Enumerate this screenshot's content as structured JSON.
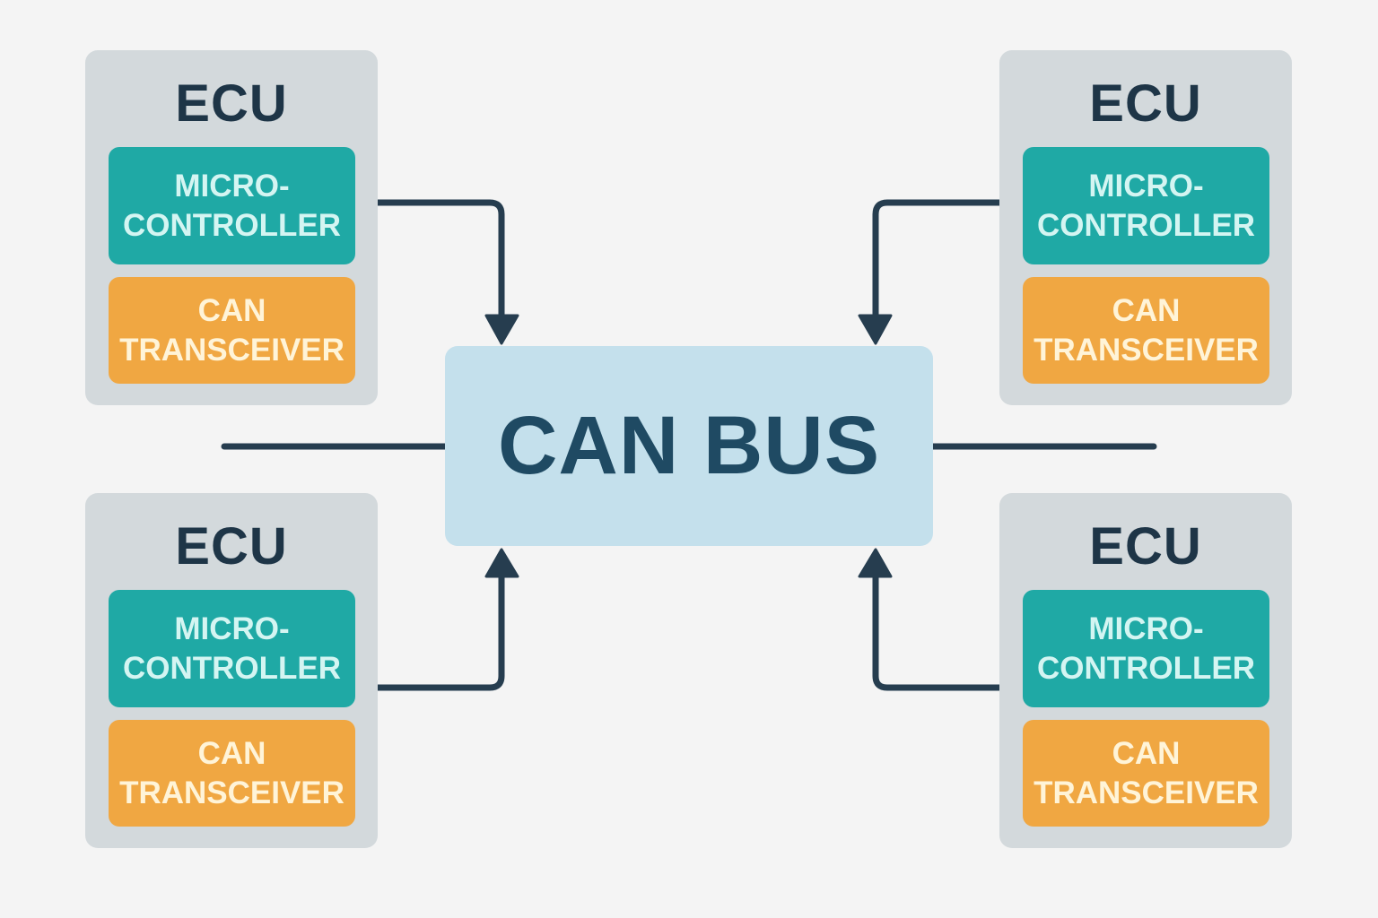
{
  "diagram": {
    "bus": {
      "label": "CAN BUS"
    },
    "ecus": [
      {
        "id": "top-left",
        "title": "ECU",
        "micro": [
          "MICRO-",
          "CONTROLLER"
        ],
        "transceiver": [
          "CAN",
          "TRANSCEIVER"
        ]
      },
      {
        "id": "top-right",
        "title": "ECU",
        "micro": [
          "MICRO-",
          "CONTROLLER"
        ],
        "transceiver": [
          "CAN",
          "TRANSCEIVER"
        ]
      },
      {
        "id": "bottom-left",
        "title": "ECU",
        "micro": [
          "MICRO-",
          "CONTROLLER"
        ],
        "transceiver": [
          "CAN",
          "TRANSCEIVER"
        ]
      },
      {
        "id": "bottom-right",
        "title": "ECU",
        "micro": [
          "MICRO-",
          "CONTROLLER"
        ],
        "transceiver": [
          "CAN",
          "TRANSCEIVER"
        ]
      }
    ],
    "connections": [
      {
        "from": "top-left",
        "to": "bus",
        "direction": "into-bus"
      },
      {
        "from": "top-right",
        "to": "bus",
        "direction": "into-bus"
      },
      {
        "from": "bottom-left",
        "to": "bus",
        "direction": "into-bus"
      },
      {
        "from": "bottom-right",
        "to": "bus",
        "direction": "into-bus"
      }
    ],
    "colors": {
      "background": "#f4f4f4",
      "ecu": "#d3d9dc",
      "microcontroller": "#1fa9a5",
      "transceiver": "#f0a742",
      "bus": "#c4e0ec",
      "wire": "#263d4f",
      "title_text": "#1e3547"
    }
  }
}
